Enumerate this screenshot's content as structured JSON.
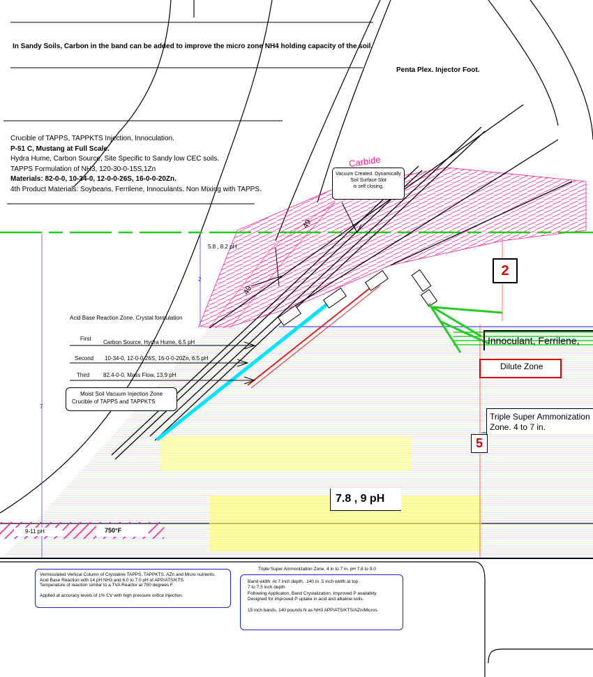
{
  "colors": {
    "green_line": "#22cc22",
    "pink": "#ff1493",
    "cyan": "#00e5ff",
    "red": "#dd2222",
    "blue": "#2222cc",
    "yellow": "#ffff66",
    "dark": "#000000"
  },
  "header": {
    "sandy_note": "In Sandy Soils, Carbon in the band can be added to improve the micro zone NH4 holding capacity of the soil.",
    "penta": "Penta Plex. Injector Foot."
  },
  "crucible_block": {
    "lines": [
      "Crucible  of TAPPS, TAPPKTS Injection, Innoculation.",
      "P-51 C, Mustang at Full Scale.",
      "Hydra Hume, Carbon Source, Site Specific  to Sandy low CEC soils.",
      "TAPPS Formulation of NH3, 120-30-0-15S,1Zn",
      "Materials:  82-0-0, 10-34-0, 12-0-0-26S, 16-0-0-20Zn.",
      "4th Product  Materials:  Soybeans, Ferrilene,  Innoculants.  Non Mixing with TAPPS."
    ]
  },
  "carbide": {
    "label": "Carbide",
    "callout": [
      "Vacuum Created. Dynamically",
      "Soil  Surface  Slot",
      "is self closing."
    ]
  },
  "angles": {
    "upper": "49",
    "lower": "49"
  },
  "ph_top": "5.8 , 8.2 pH",
  "dimensions": {
    "two": "2",
    "seven": "7"
  },
  "acid_base": "Acid Base Reaction Zone. Crystal formulation",
  "bands": [
    {
      "order": "First",
      "desc": "Carbon Source,  Hydra Hume,   6.5 pH"
    },
    {
      "order": "Second",
      "desc": "10-34-0,  12-0-0-26S,  16-0-0-20Zn,   6.5 pH"
    },
    {
      "order": "Third",
      "desc": "82.4-0-0,  Mass Flow,   13.9 pH"
    }
  ],
  "moist_zone": [
    "Moist Soil Vacuum Injection  Zone",
    "Crucible  of TAPPS and TAPPKTS"
  ],
  "markers": {
    "two": "2",
    "five": "5"
  },
  "right_labels": {
    "innoculant": "Innoculant, Ferrilene,",
    "dilute": "Dilute Zone",
    "triple": [
      "Triple Super Ammonization",
      "Zone. 4 to 7 in."
    ]
  },
  "ph_center": "7.8 , 9 pH",
  "bottom_left": {
    "ph": "9-11  pH",
    "temp": "750°F"
  },
  "notes_left": [
    "Vermiculated  Vertical  Column  of Crystaline  TAPPS,  TAPPKTS,   AZn and Micro  nutrients.",
    "Acid  Base Reaction  with 14 pH NH3 and 6.0 to 7.0 pH of APP/ATS/KTS.",
    "Temperature  of reaction  similar  to a TVA Reactor  at 750 degrees  F.",
    "",
    "Applied  at accuracy  levels  of 1% CV with high pressure  orifice  injection."
  ],
  "notes_right": {
    "title": "Triple   Super  Ammonization  Zone,  4 in to 7 in.  pH  7.8 to 9.0",
    "lines": [
      "Band width:  At 7 inch depth,  .140 to .5 inch width  at top.",
      "7 to 7.5  inch  depth.",
      "Following  Applicaton,   Band Crystalization,   Improved  P availabity.",
      "Designed  for improved  P uptake  in acid and alkaline  soils.",
      "",
      "15 inch  bands,  140  pounds  N as NH3 APP/ATS/KTS/AZn/Micros."
    ]
  }
}
